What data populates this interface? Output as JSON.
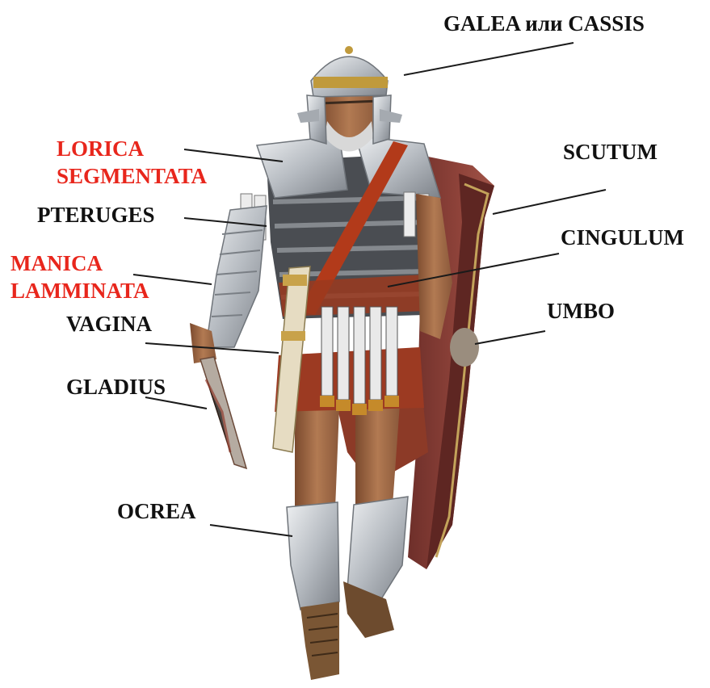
{
  "colors": {
    "label": "#111111",
    "label_highlight": "#e8261c",
    "leader_line": "#1a1a1a",
    "armor_steel": "#c9cdd2",
    "tunic_red": "#a33a22",
    "shield_red": "#8a3c34",
    "skin": "#a8704a",
    "leather": "#7a4a24"
  },
  "labels": {
    "galea": "GALEA или CASSIS",
    "lorica_line1": "LORICA",
    "lorica_line2": "SEGMENTATA",
    "pteruges": "PTERUGES",
    "manica_line1": "MANICA",
    "manica_line2": "LAMMINATA",
    "vagina": "VAGINA",
    "gladius": "GLADIUS",
    "ocrea": "OCREA",
    "scutum": "SCUTUM",
    "cingulum": "CINGULUM",
    "umbo": "UMBO"
  },
  "highlighted_labels": [
    "LORICA SEGMENTATA",
    "MANICA LAMMINATA"
  ]
}
